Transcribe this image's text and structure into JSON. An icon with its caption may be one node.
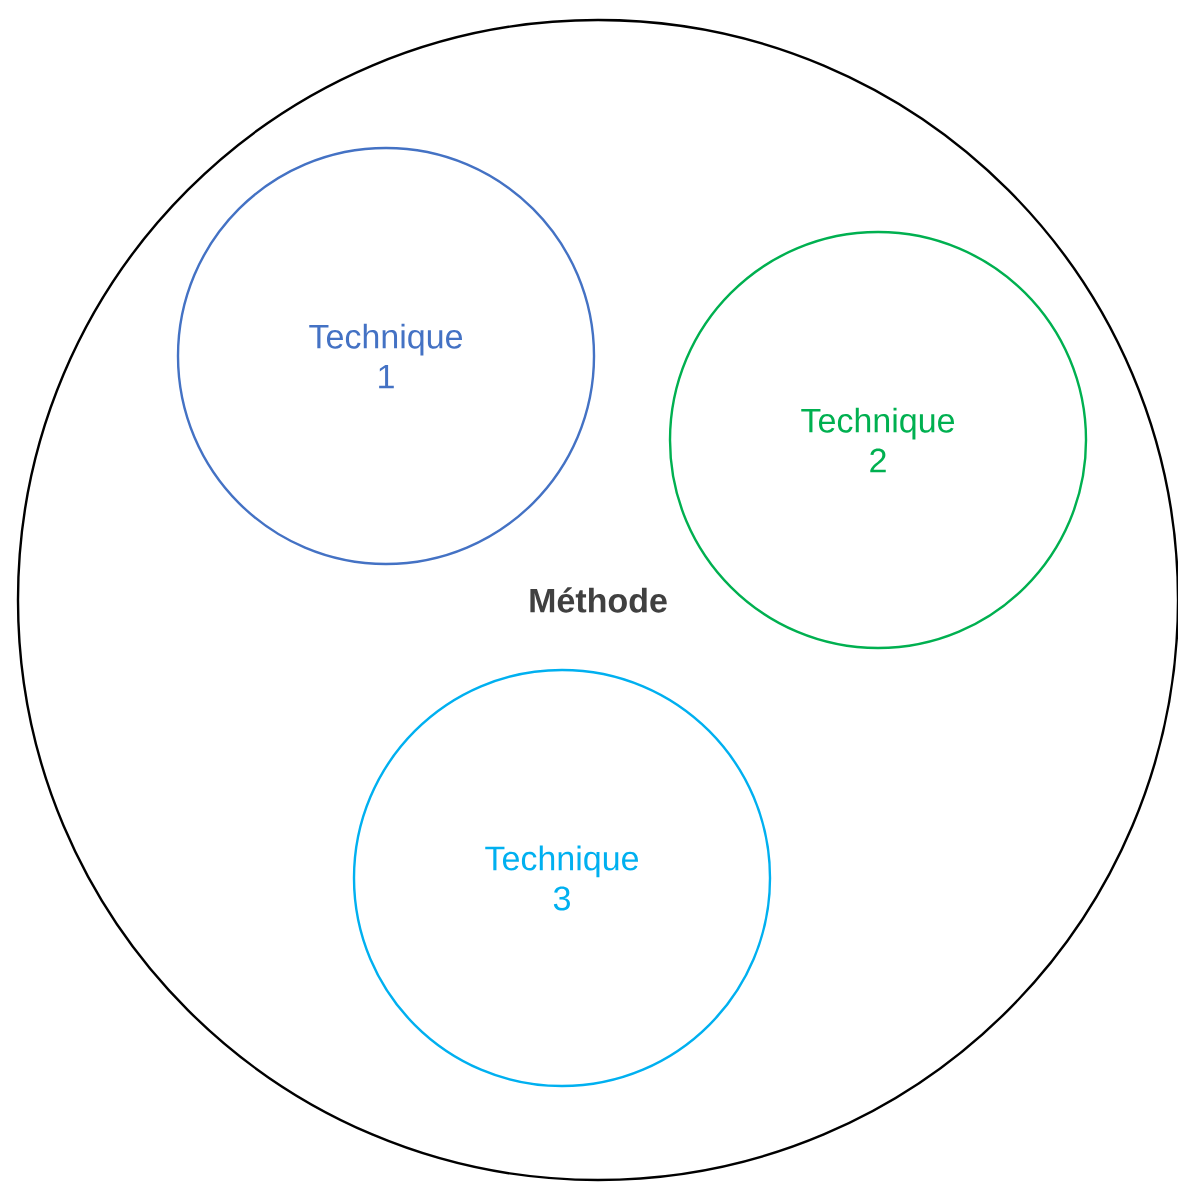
{
  "diagram": {
    "nodes": [
      {
        "text": [
          "Méthode"
        ]
      },
      {
        "text": [
          "Technique 1"
        ],
        "in": 0
      },
      {
        "text": [
          "Technique 2"
        ],
        "in": 0
      },
      {
        "text": [
          "Technique 3"
        ],
        "in": 0
      }
    ]
  }
}
